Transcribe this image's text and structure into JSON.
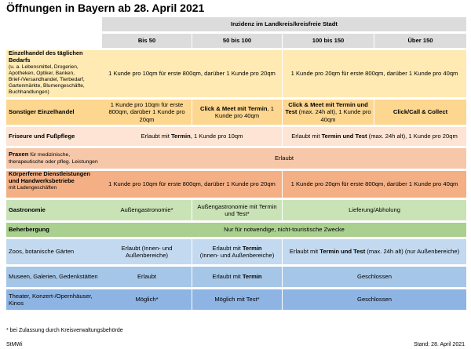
{
  "title": "Öffnungen in Bayern ab 28. April 2021",
  "incidence_header": "Inzidenz im Landkreis/kreisfreie Stadt",
  "columns": [
    "Bis 50",
    "50 bis 100",
    "100 bis 150",
    "Über 150"
  ],
  "rows": {
    "einzelhandel": {
      "label": "Einzelhandel des täglichen Bedarfs",
      "sub": "(u. a. Lebensmittel, Drogerien, Apotheken, Optiker, Banken, Brief-/Versandhandel, Tierbedarf, Gartenmärkte, Blumengeschäfte, Buchhandlungen)",
      "low": "1 Kunde pro 10qm für erste 800qm, darüber 1 Kunde pro 20qm",
      "high": "1 Kunde pro 20qm für erste 800qm, darüber 1 Kunde pro 40qm"
    },
    "sonstiger": {
      "label": "Sonstiger Einzelhandel",
      "c1": "1 Kunde pro 10qm für erste 800qm, darüber 1 Kunde pro 20qm",
      "c2_bold": "Click & Meet mit Termin",
      "c2_rest": ", 1 Kunde pro 40qm",
      "c3_bold": "Click & Meet mit Termin und Test",
      "c3_rest": " (max. 24h alt), 1 Kunde pro 40qm",
      "c4": "Click/Call & Collect"
    },
    "friseure": {
      "label": "Friseure und Fußpflege",
      "low_pre": "Erlaubt mit ",
      "low_bold": "Termin",
      "low_post": ", 1 Kunde pro 10qm",
      "high_pre": "Erlaubt mit ",
      "high_bold": "Termin und Test",
      "high_post": " (max. 24h alt), 1 Kunde pro 20qm"
    },
    "praxen": {
      "label": "Praxen",
      "sub": " für medizinische, therapeutische oder pfleg. Leistungen",
      "all": "Erlaubt"
    },
    "koerpernah": {
      "label": "Körperferne Dienstleistungen und Handwerksbetriebe",
      "sub": "mit Ladengeschäften",
      "low": "1 Kunde pro 10qm für erste 800qm, darüber 1 Kunde pro 20qm",
      "high": "1 Kunde pro 20qm für erste 800qm, darüber 1 Kunde pro 40qm"
    },
    "gastronomie": {
      "label": "Gastronomie",
      "c1": "Außengastronomie*",
      "c2": "Außengastronomie mit Termin und Test*",
      "high": "Lieferung/Abholung"
    },
    "beherbergung": {
      "label": "Beherbergung",
      "all": "Nur für notwendige, nicht-touristische Zwecke"
    },
    "zoos": {
      "label": "Zoos, botanische Gärten",
      "c1": "Erlaubt (Innen- und Außenbereiche)",
      "c2_pre": "Erlaubt mit ",
      "c2_bold": "Termin",
      "c2_post": "(Innen- und Außenbereiche)",
      "high_pre": "Erlaubt mit ",
      "high_bold": "Termin und Test",
      "high_post": " (max. 24h alt) (nur Außenbereiche)"
    },
    "museen": {
      "label": "Museen, Galerien, Gedenkstätten",
      "c1": "Erlaubt",
      "c2_pre": "Erlaubt mit ",
      "c2_bold": "Termin",
      "high": "Geschlossen"
    },
    "theater": {
      "label": "Theater, Konzert-/Opernhäuser, Kinos",
      "c1": "Möglich*",
      "c2": "Möglich mit Test*",
      "high": "Geschlossen"
    }
  },
  "footnote": "* bei Zulassung durch Kreisverwaltungsbehörde",
  "source": "StMWi",
  "date": "Stand: 28. April 2021"
}
